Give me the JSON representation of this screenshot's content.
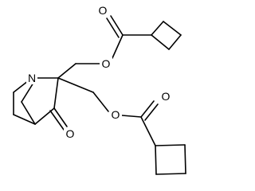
{
  "atoms": {
    "n1": "N",
    "o_ether_top": "O",
    "o_carbonyl_top": "O",
    "o_ether_bottom": "O",
    "o_carbonyl_bottom": "O",
    "o_ketone": "O"
  }
}
